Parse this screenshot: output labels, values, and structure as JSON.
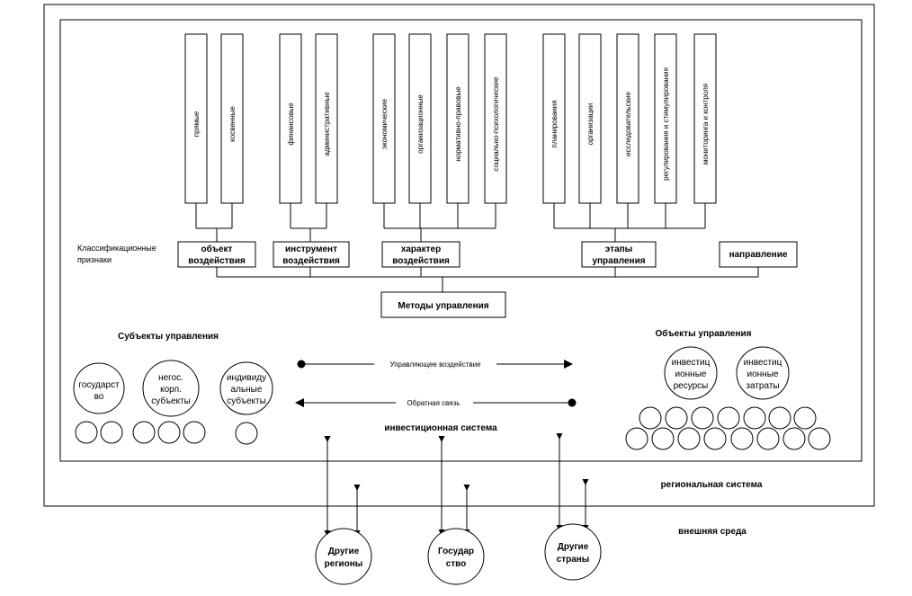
{
  "vertical_boxes": {
    "g1": [
      "прямые",
      "косвенные"
    ],
    "g2": [
      "финансовые",
      "административные"
    ],
    "g3": [
      "экономические",
      "организационные",
      "нормативно-правовые",
      "социально-психологические"
    ],
    "g4": [
      "планирования",
      "организации",
      "исследовательские",
      "регулирования и стимулирования",
      "мониторинга и контроля"
    ]
  },
  "classification_label": [
    "Классификационные",
    "признаки"
  ],
  "categories": {
    "object": [
      "объект",
      "воздействия"
    ],
    "instrument": [
      "инструмент",
      "воздействия"
    ],
    "character": [
      "характер",
      "воздействия"
    ],
    "stages": [
      "этапы",
      "управления"
    ],
    "direction": [
      "направление"
    ]
  },
  "methods": "Методы управления",
  "subjects": {
    "title": "Субъекты управления",
    "state": [
      "государст",
      "во"
    ],
    "nongov": [
      "негос.",
      "корп.",
      "субъекты"
    ],
    "individual": [
      "индивиду",
      "альные",
      "субъекты"
    ]
  },
  "objects": {
    "title": "Объекты управления",
    "resources": [
      "инвестиц",
      "ионные",
      "ресурсы"
    ],
    "costs": [
      "инвестиц",
      "ионные",
      "затраты"
    ]
  },
  "arrows": {
    "control": "Управляющее воздействие",
    "feedback": "Обратная связь"
  },
  "systems": {
    "investment": "инвестиционная система",
    "regional": "региональная система",
    "external": "внешняя среда"
  },
  "external_entities": {
    "regions": [
      "Другие",
      "регионы"
    ],
    "state": [
      "Государ",
      "ство"
    ],
    "countries": [
      "Другие",
      "страны"
    ]
  }
}
